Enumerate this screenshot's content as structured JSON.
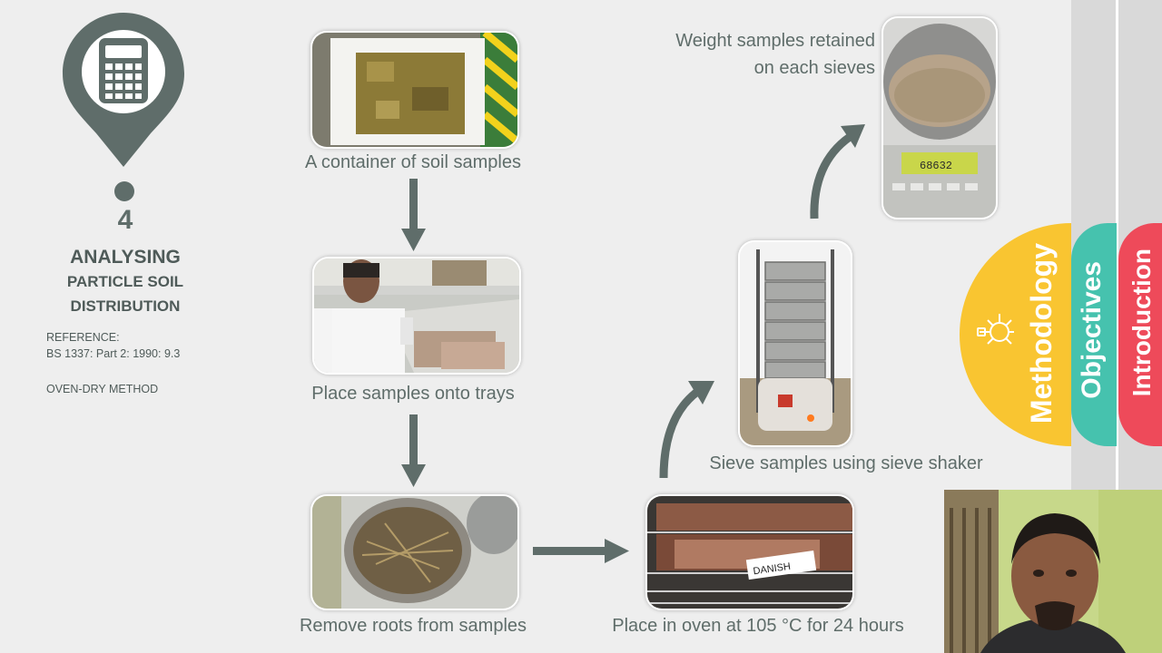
{
  "step": {
    "number": "4",
    "title_line1": "ANALYSING",
    "title_line2": "PARTICLE SOIL",
    "title_line3": "DISTRIBUTION",
    "reference_label": "REFERENCE:",
    "reference_value": "BS 1337: Part 2: 1990: 9.3",
    "method": "OVEN-DRY METHOD",
    "icon": "calculator-icon"
  },
  "steps": [
    {
      "caption": "A container of soil samples"
    },
    {
      "caption": "Place samples onto trays"
    },
    {
      "caption": "Remove roots from samples"
    },
    {
      "caption": "Place in oven at 105 °C for 24 hours"
    },
    {
      "caption": "Sieve samples using sieve shaker"
    },
    {
      "caption_line1": "Weight samples retained",
      "caption_line2": "on each sieves"
    }
  ],
  "photo_text": {
    "tray_label": "DANISH",
    "scale_reading": "68632"
  },
  "tabs": [
    {
      "label": "Methodology",
      "color": "#f9c531",
      "icon": "lightbulb-icon",
      "active": true
    },
    {
      "label": "Objectives",
      "color": "#46c2ae"
    },
    {
      "label": "Introduction",
      "color": "#ee4a5a"
    }
  ],
  "colors": {
    "accent": "#5f6d6a",
    "background": "#eeeeee"
  }
}
